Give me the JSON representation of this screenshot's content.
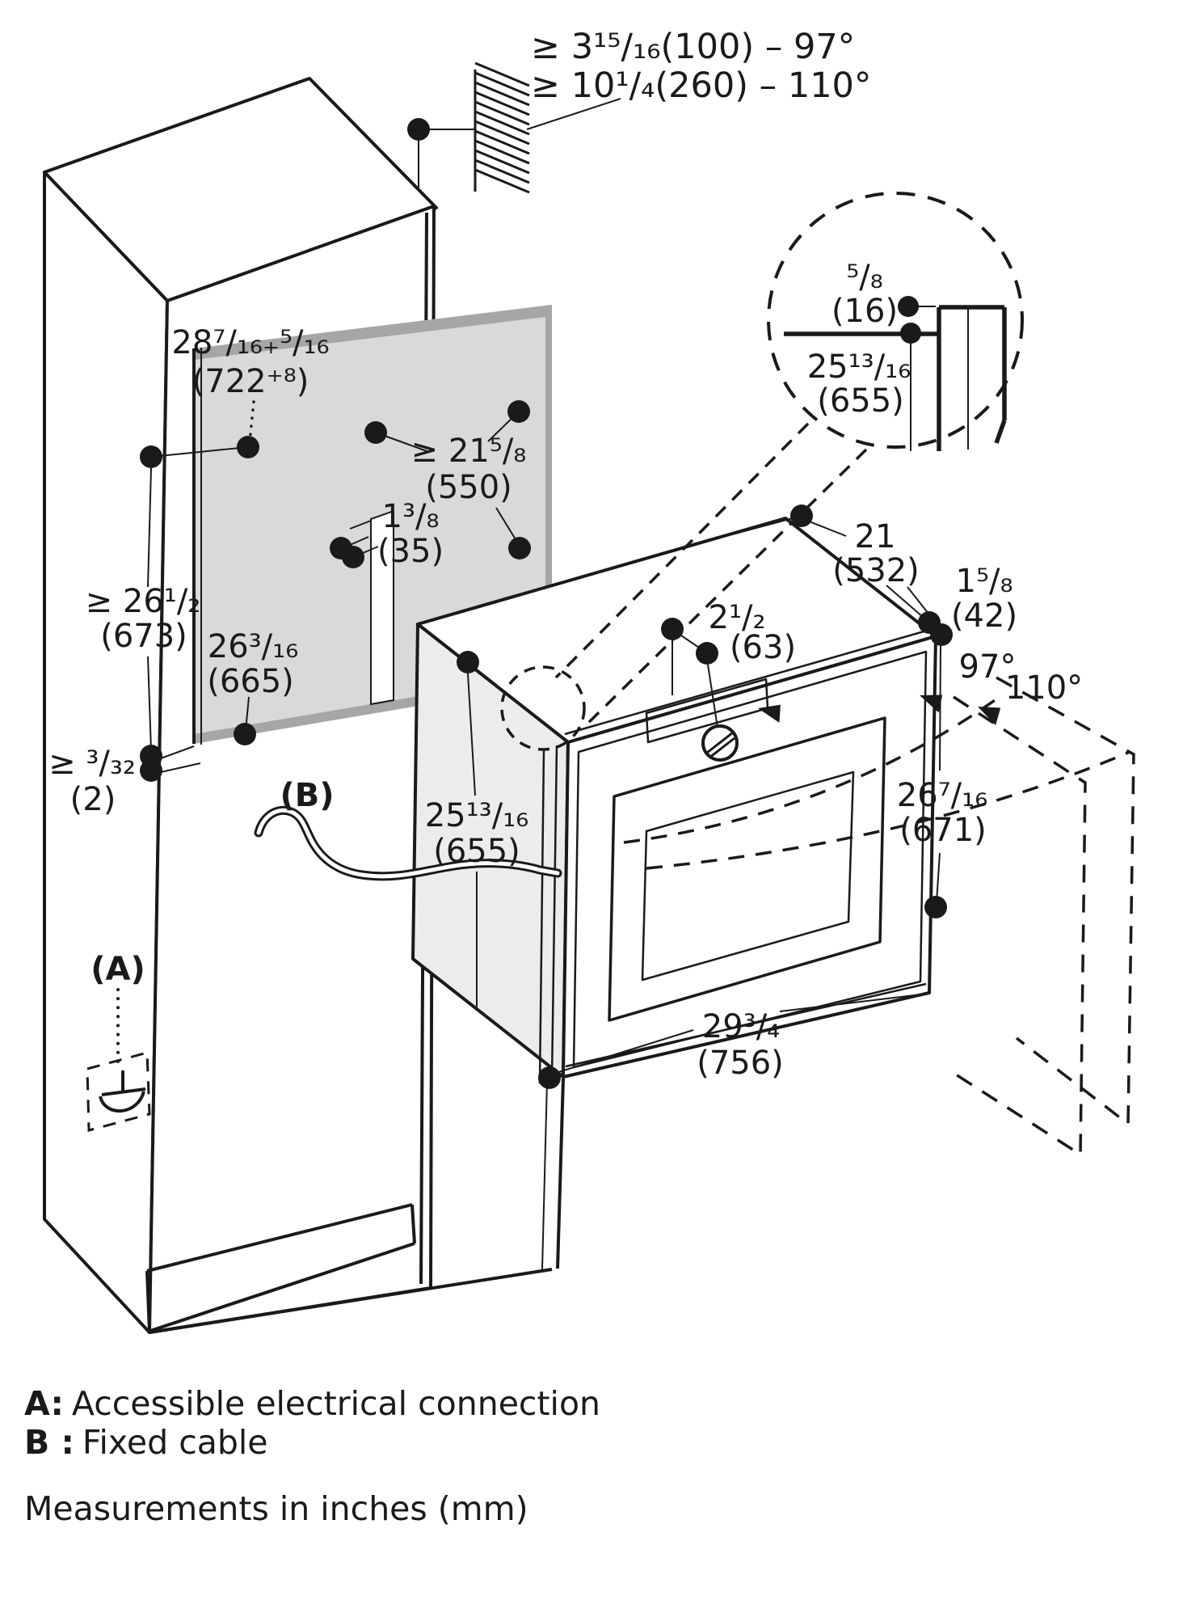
{
  "colors": {
    "ink": "#1a1a1a",
    "niche_fill": "#d9d9d9",
    "niche_edge": "#a6a6a6",
    "oven_side_fill": "#ececec",
    "background": "#ffffff"
  },
  "notes": {
    "wall_clearance_97": "≥ 3¹⁵/₁₆(100) – 97°",
    "wall_clearance_110": "≥ 10¹/₄(260) – 110°"
  },
  "dims": {
    "niche_width_in": "28⁷/₁₆₊⁵/₁₆",
    "niche_width_mm": "(722⁺⁸)",
    "niche_depth_in": "≥ 21⁵/₈",
    "niche_depth_mm": "(550)",
    "step_in": "1³/₈",
    "step_mm": "(35)",
    "clearance_height_in": "≥ 26¹/₂",
    "clearance_height_mm": "(673)",
    "niche_height_in": "26³/₁₆",
    "niche_height_mm": "(665)",
    "bottom_gap_in": "≥ ³/₃₂",
    "bottom_gap_mm": "(2)",
    "oven_height_in": "25¹³/₁₆",
    "oven_height_mm": "(655)",
    "handle_offset_in": "2¹/₂",
    "handle_offset_mm": "(63)",
    "oven_depth_in": "21",
    "oven_depth_mm": "(532)",
    "door_thickness_in": "1⁵/₈",
    "door_thickness_mm": "(42)",
    "angle_97": "97°",
    "angle_110": "110°",
    "door_height_in": "26⁷/₁₆",
    "door_height_mm": "(671)",
    "oven_width_in": "29³/₄",
    "oven_width_mm": "(756)"
  },
  "detail_circle": {
    "offset_in": "⁵/₈",
    "offset_mm": "(16)",
    "height_in": "25¹³/₁₆",
    "height_mm": "(655)"
  },
  "callouts": {
    "a": "(A)",
    "b": "(B)"
  },
  "legend": {
    "a_key": "A:",
    "a_text": "Accessible electrical connection",
    "b_key": "B :",
    "b_text": "Fixed cable",
    "units": "Measurements in inches (mm)"
  }
}
